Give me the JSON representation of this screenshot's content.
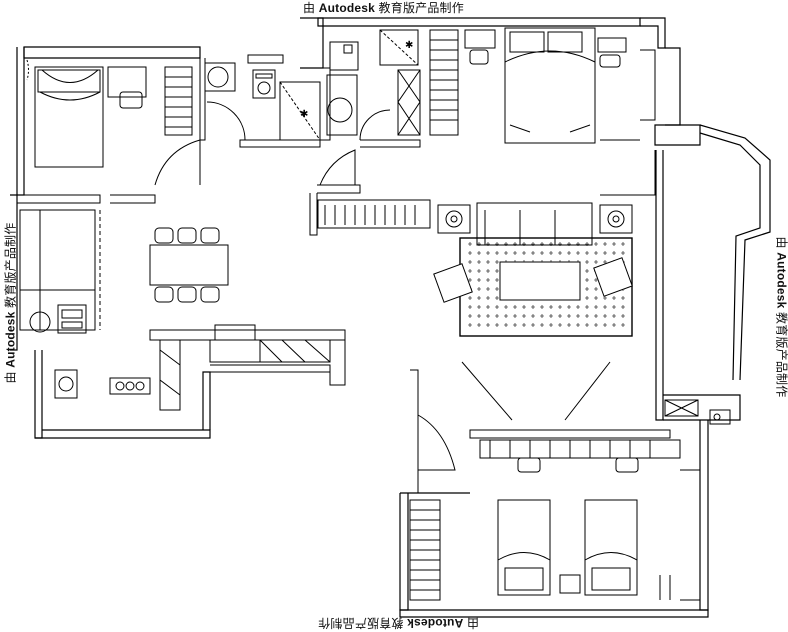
{
  "watermark": {
    "prefix": "由 ",
    "brand": "Autodesk",
    "suffix": " 教育版产品制作"
  }
}
